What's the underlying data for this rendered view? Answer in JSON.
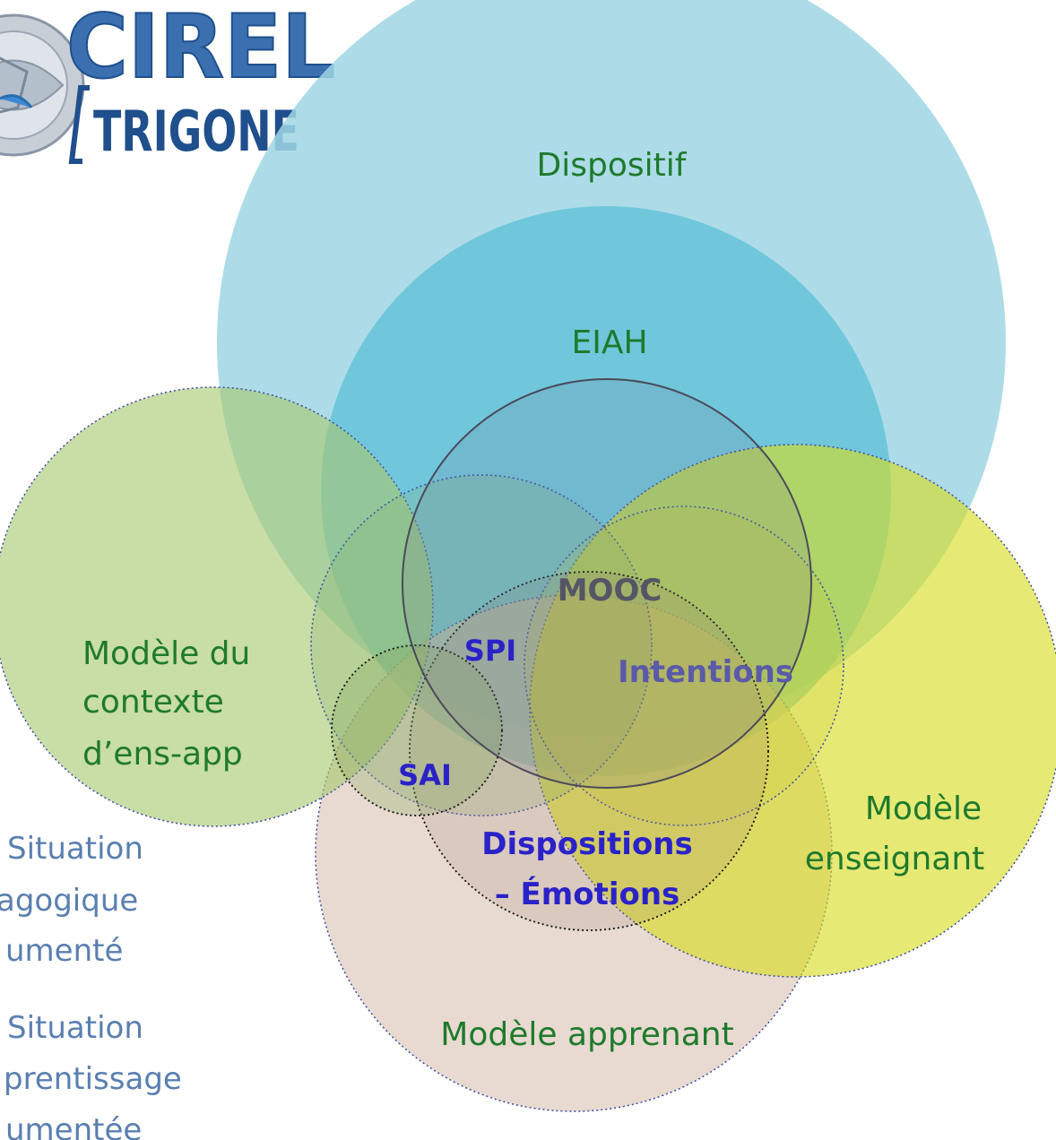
{
  "logo": {
    "title": "CIREL",
    "subtitle": "TRIGONE",
    "colors": {
      "title": "#3a6fb0",
      "subtitle": "#1f4f8c"
    }
  },
  "circles": {
    "dispositif": "Dispositif",
    "eiah": "EIAH",
    "mooc": "MOOC",
    "spi": "SPI",
    "intentions": "Intentions",
    "sai": "SAI",
    "dispositions_line1": "Dispositions",
    "dispositions_line2": "– Émotions",
    "modele_contexte_line1": "Modèle du",
    "modele_contexte_line2": "contexte",
    "modele_contexte_line3": "d’ens-app",
    "modele_enseignant_line1": "Modèle",
    "modele_enseignant_line2": "enseignant",
    "modele_apprenant": "Modèle apprenant"
  },
  "legend": {
    "spi_line1": "Situation",
    "spi_line2": "agogique",
    "spi_line3": "umenté",
    "sai_line1": "Situation",
    "sai_line2": "prentissage",
    "sai_line3": "umentée"
  },
  "colors": {
    "dispositif": "#9fd6e4",
    "eiah": "#5cc0d8",
    "contexte": "#a8c870",
    "enseignant": "#d6dc1e",
    "apprenant": "#d8c2b0",
    "label_green": "#1e7a2c",
    "label_blue": "#2a22c8"
  }
}
